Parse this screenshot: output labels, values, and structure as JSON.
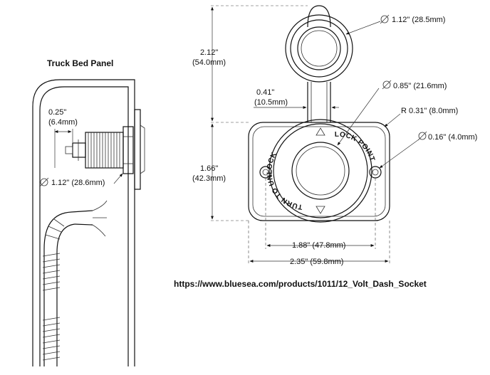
{
  "side_view": {
    "title": "Truck Bed Panel",
    "depth_in": "0.25\"",
    "depth_mm": "(6.4mm)",
    "hole_diameter": "1.12\" (28.6mm)"
  },
  "front_view": {
    "cap_diameter": "1.12\" (28.5mm)",
    "cap_height_in": "2.12\"",
    "cap_height_mm": "(54.0mm)",
    "hinge_width_in": "0.41\"",
    "hinge_width_mm": "(10.5mm)",
    "socket_diameter": "0.85\" (21.6mm)",
    "corner_radius": "R 0.31\" (8.0mm)",
    "mount_hole_diameter": "0.16\" (4.0mm)",
    "plate_height_in": "1.66\"",
    "plate_height_mm": "(42.3mm)",
    "hole_spacing": "1.88\" (47.8mm)",
    "plate_width": "2.35\" (59.8mm)",
    "ring_left_text": "TURN TO UNLOCK",
    "ring_right_text": "LOCK POINT"
  },
  "source_url": "https://www.bluesea.com/products/1011/12_Volt_Dash_Socket",
  "symbols": {
    "diameter": "diameter-symbol"
  }
}
